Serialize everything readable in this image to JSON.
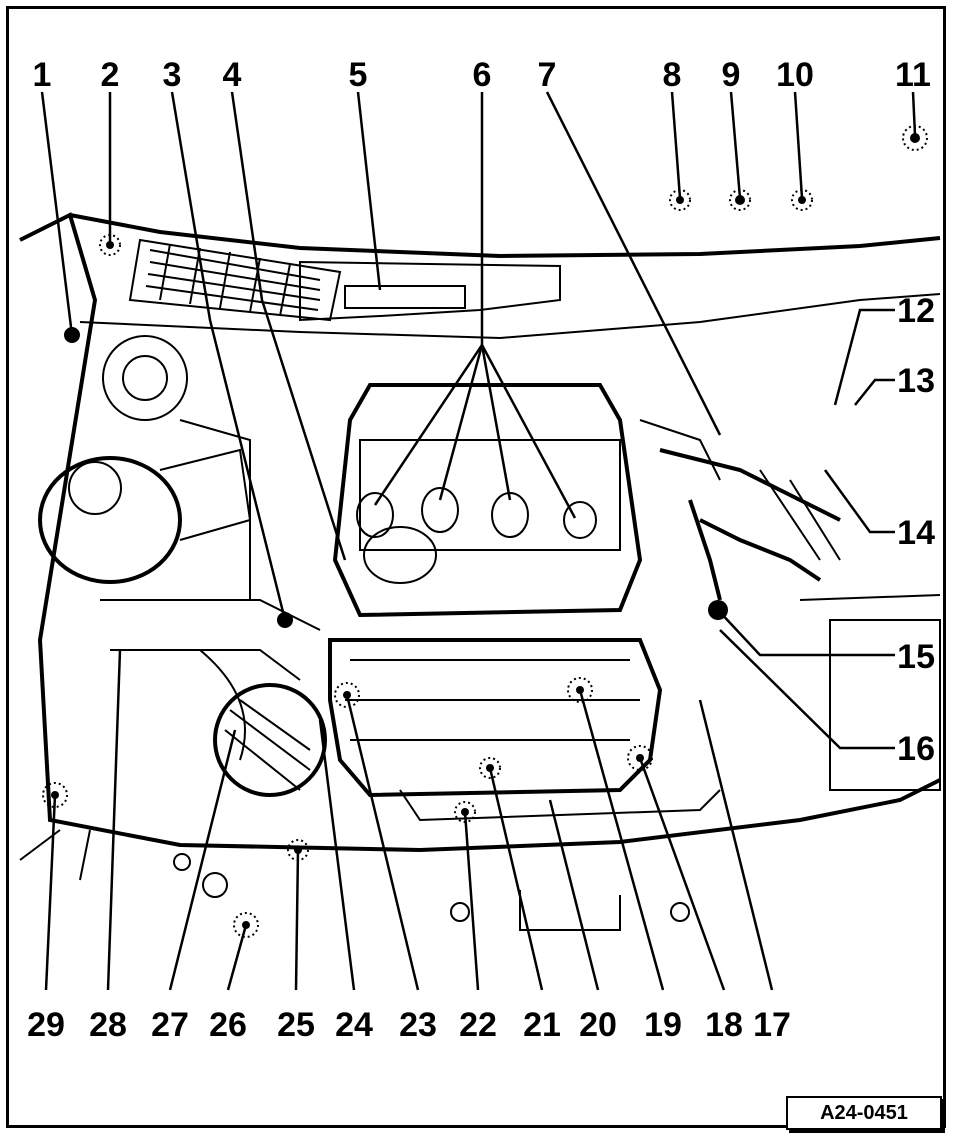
{
  "diagram": {
    "callouts_top": [
      "1",
      "2",
      "3",
      "4",
      "5",
      "6",
      "7",
      "8",
      "9",
      "10",
      "11"
    ],
    "callouts_right": [
      "12",
      "13",
      "14",
      "15",
      "16"
    ],
    "callouts_bottom": [
      "29",
      "28",
      "27",
      "26",
      "25",
      "24",
      "23",
      "22",
      "21",
      "20",
      "19",
      "18",
      "17"
    ],
    "reference_code": "A24-0451"
  }
}
